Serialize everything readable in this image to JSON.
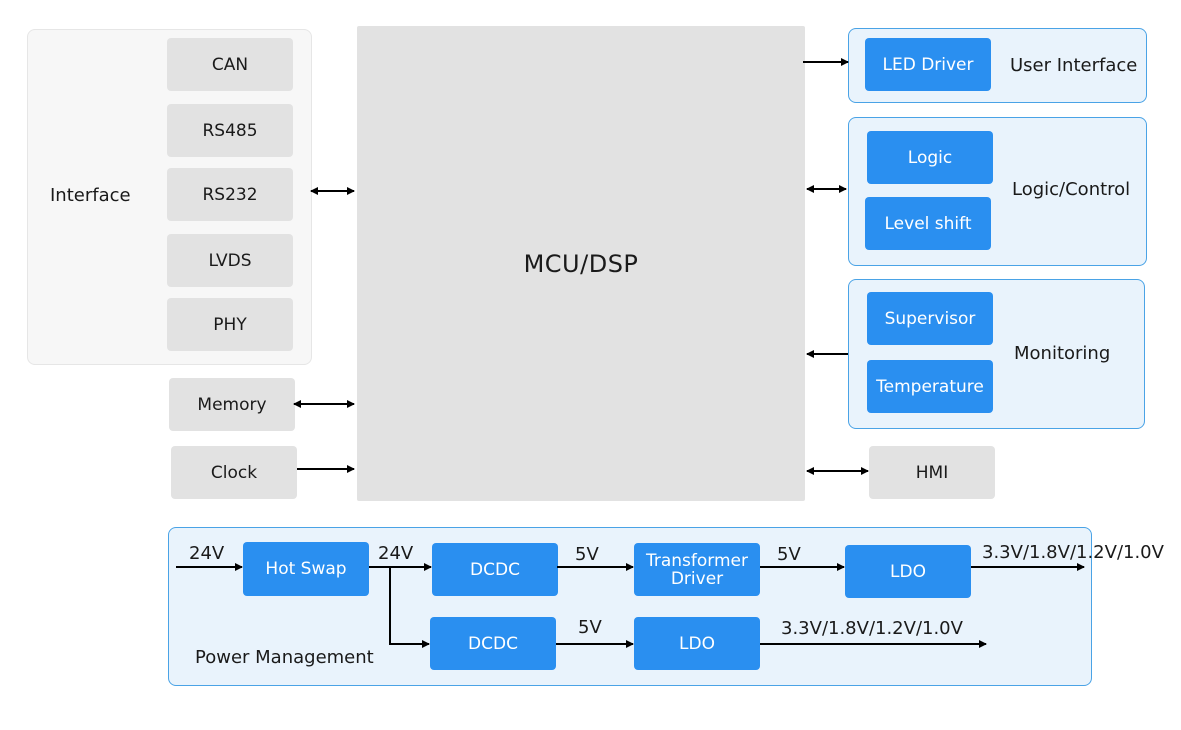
{
  "interface": {
    "title": "Interface",
    "items": [
      "CAN",
      "RS485",
      "RS232",
      "LVDS",
      "PHY"
    ]
  },
  "memory": "Memory",
  "clock": "Clock",
  "mcu": "MCU/DSP",
  "user_interface": {
    "title": "User Interface",
    "items": [
      "LED Driver"
    ]
  },
  "logic_control": {
    "title": "Logic/Control",
    "items": [
      "Logic",
      "Level shift"
    ]
  },
  "monitoring": {
    "title": "Monitoring",
    "items": [
      "Supervisor",
      "Temperature"
    ]
  },
  "hmi": "HMI",
  "power": {
    "title": "Power Management",
    "hot_swap": "Hot Swap",
    "dcdc_top": "DCDC",
    "transformer_driver": "Transformer Driver",
    "ldo_top": "LDO",
    "dcdc_bottom": "DCDC",
    "ldo_bottom": "LDO",
    "labels": {
      "in_24v": "24V",
      "out_24v": "24V",
      "v5_a": "5V",
      "v5_b": "5V",
      "v5_c": "5V",
      "out_top": "3.3V/1.8V/1.2V/1.0V",
      "out_bottom": "3.3V/1.8V/1.2V/1.0V"
    }
  },
  "colors": {
    "accent_blue": "#2a8ff0",
    "panel_blue": "#e9f3fc",
    "border_blue": "#4aa3e6",
    "block_grey": "#e2e2e2"
  }
}
